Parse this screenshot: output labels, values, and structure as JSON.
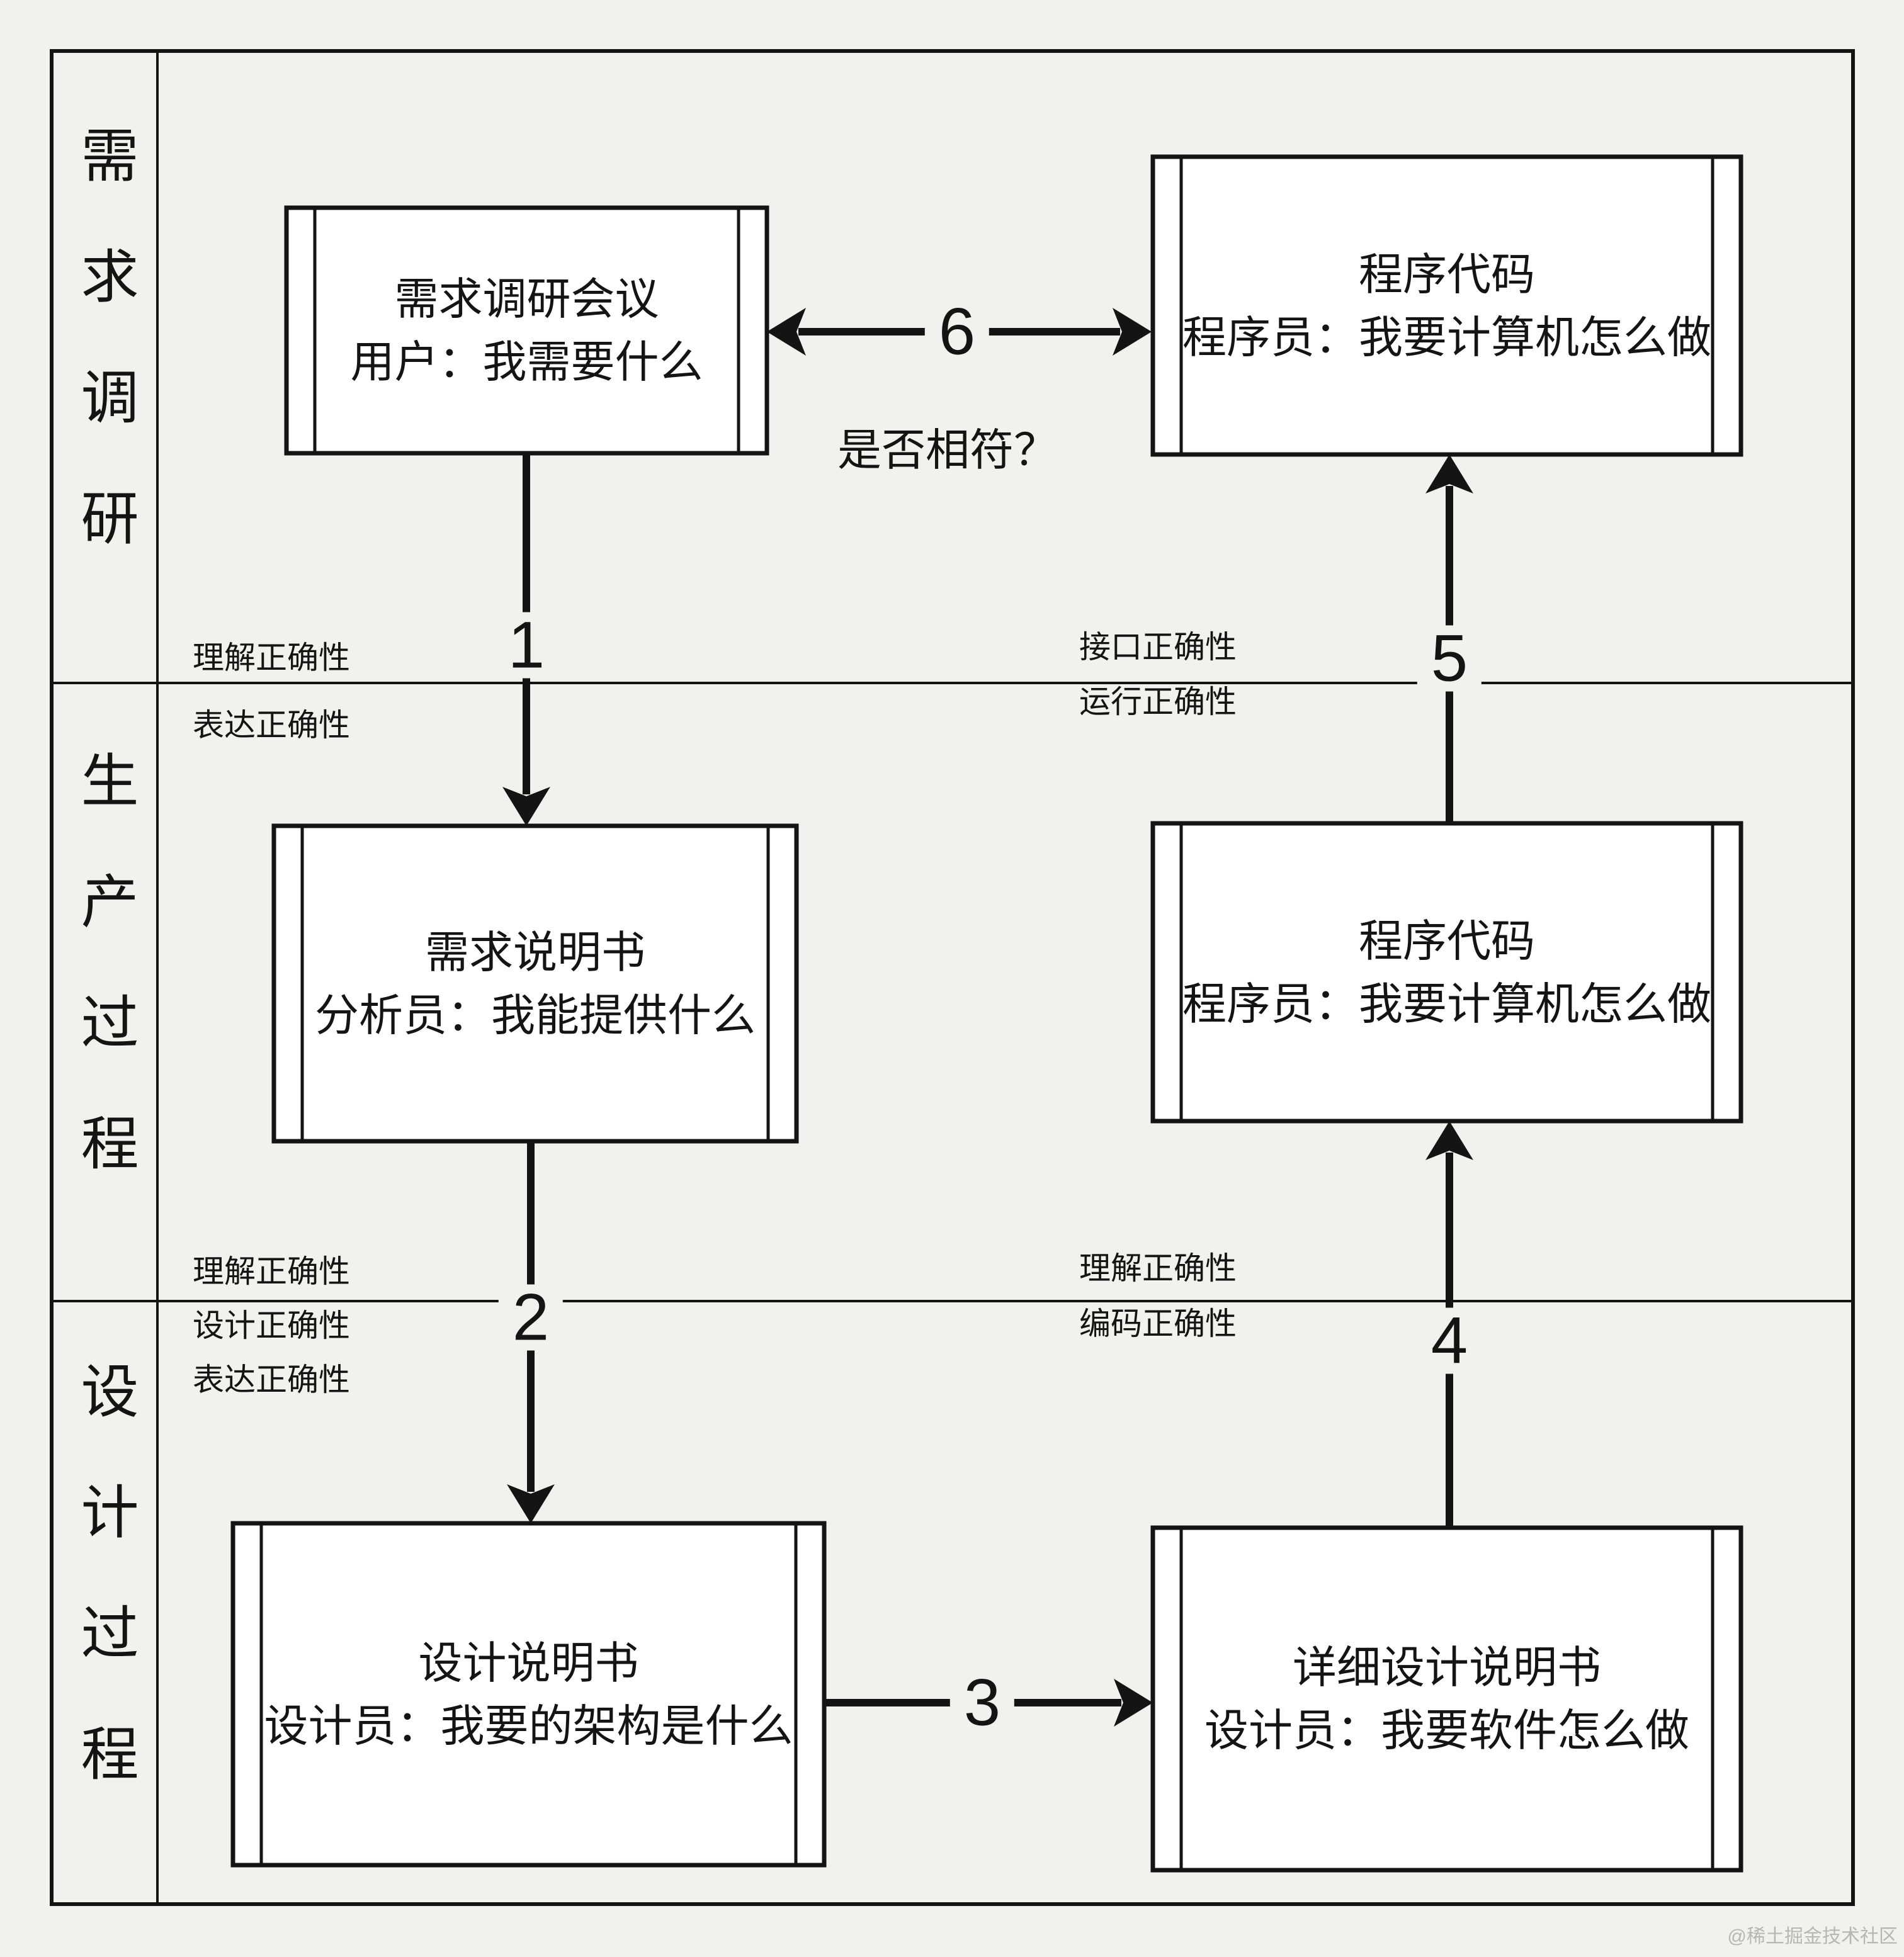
{
  "colors": {
    "bg": "#f1f1ef",
    "ink": "#141414",
    "box-fill": "#ffffff",
    "wm": "#b6b6b4"
  },
  "lanes": [
    {
      "label": "需求调研"
    },
    {
      "label": "生产过程"
    },
    {
      "label": "设计过程"
    }
  ],
  "boxes": {
    "meeting": {
      "line1": "需求调研会议",
      "line2": "用户：我需要什么"
    },
    "program_code_top": {
      "line1": "程序代码",
      "line2": "程序员：我要计算机怎么做"
    },
    "requirement_spec": {
      "line1": "需求说明书",
      "line2": "分析员：我能提供什么"
    },
    "program_code_mid": {
      "line1": "程序代码",
      "line2": "程序员：我要计算机怎么做"
    },
    "design_spec": {
      "line1": "设计说明书",
      "line2": "设计员：我要的架构是什么"
    },
    "detailed_design_spec": {
      "line1": "详细设计说明书",
      "line2": "设计员：我要软件怎么做"
    }
  },
  "arrows": {
    "n1": "1",
    "n2": "2",
    "n3": "3",
    "n4": "4",
    "n5": "5",
    "n6": "6"
  },
  "question": "是否相符？",
  "edge_labels": {
    "left_top_above": "理解正确性",
    "left_top_below": "表达正确性",
    "left_bottom_above": "理解正确性",
    "left_bottom_mid": "设计正确性",
    "left_bottom_below": "表达正确性",
    "right_top_above": "接口正确性",
    "right_top_below": "运行正确性",
    "right_bottom_above": "理解正确性",
    "right_bottom_below": "编码正确性"
  },
  "watermark": "@稀土掘金技术社区"
}
